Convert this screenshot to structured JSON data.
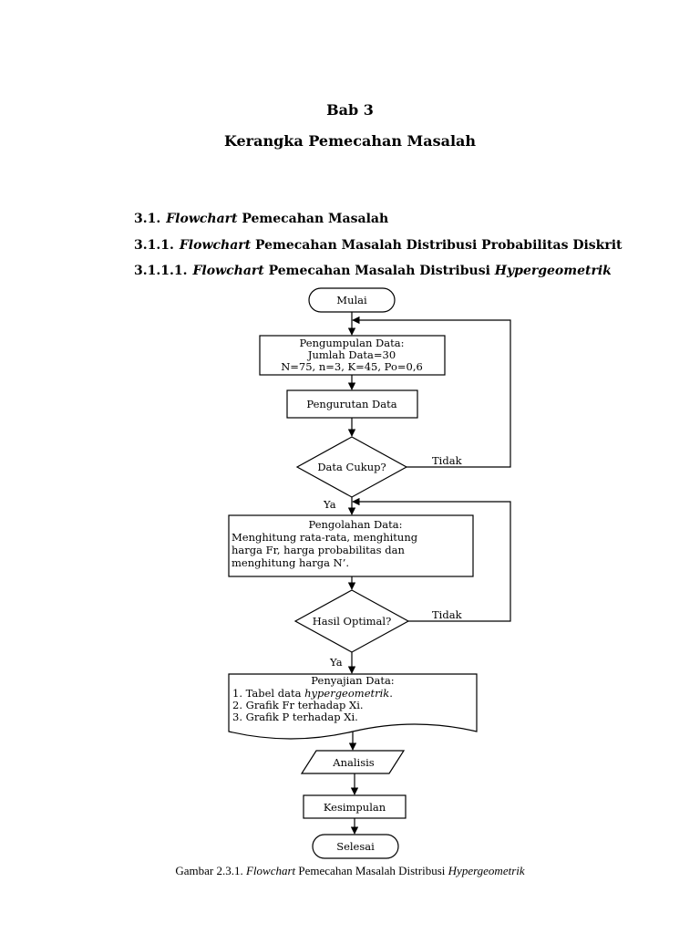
{
  "document": {
    "chapter": "Bab 3",
    "chapter_title": "Kerangka Pemecahan Masalah",
    "headings": [
      {
        "number": "3.1.",
        "italic": "Flowchart",
        "rest": " Pemecahan Masalah"
      },
      {
        "number": "3.1.1.",
        "italic": "Flowchart",
        "rest": " Pemecahan Masalah Distribusi Probabilitas Diskrit"
      },
      {
        "number": "3.1.1.1.",
        "italic": "Flowchart",
        "rest": " Pemecahan Masalah Distribusi ",
        "italic2": "Hypergeometrik"
      }
    ],
    "caption": {
      "prefix": "Gambar 2.3.1. ",
      "italic": "Flowchart",
      "middle": " Pemecahan Masalah Distribusi ",
      "italic2": "Hypergeometrik"
    }
  },
  "flowchart": {
    "start": "Mulai",
    "collect": {
      "line1": "Pengumpulan Data:",
      "line2": "Jumlah Data=30",
      "line3": "N=75, n=3, K=45, Po=0,6"
    },
    "sort": "Pengurutan Data",
    "decision1": "Data Cukup?",
    "no1": "Tidak",
    "yes1": "Ya",
    "process": {
      "line1": "Pengolahan Data:",
      "line2": "Menghitung rata-rata, menghitung",
      "line3": "harga Fr, harga probabilitas dan",
      "line4": "menghitung harga N’."
    },
    "decision2": "Hasil Optimal?",
    "no2": "Tidak",
    "yes2": "Ya",
    "present": {
      "line1": "Penyajian Data:",
      "line2_prefix": "1. Tabel data ",
      "line2_italic": "hypergeometrik",
      "line2_suffix": ".",
      "line3": "2. Grafik Fr terhadap Xi.",
      "line4": "3. Grafik P terhadap Xi."
    },
    "analysis": "Analisis",
    "conclusion": "Kesimpulan",
    "end": "Selesai"
  }
}
